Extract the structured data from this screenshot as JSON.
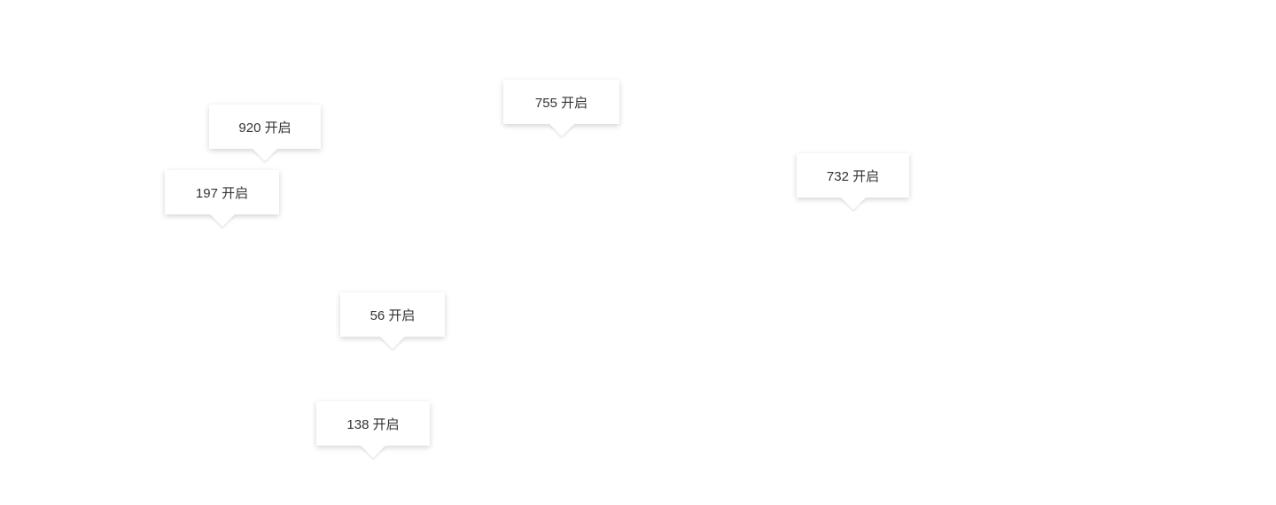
{
  "tooltips": [
    {
      "value": "920",
      "state": "开启",
      "text": "920 开启"
    },
    {
      "value": "197",
      "state": "开启",
      "text": "197 开启"
    },
    {
      "value": "755",
      "state": "开启",
      "text": "755 开启"
    },
    {
      "value": "732",
      "state": "开启",
      "text": "732 开启"
    },
    {
      "value": "56",
      "state": "开启",
      "text": "56 开启"
    },
    {
      "value": "138",
      "state": "开启",
      "text": "138 开启"
    }
  ],
  "colors": {
    "background": "#ffffff",
    "tooltip_bg": "#ffffff",
    "text": "#333333"
  }
}
